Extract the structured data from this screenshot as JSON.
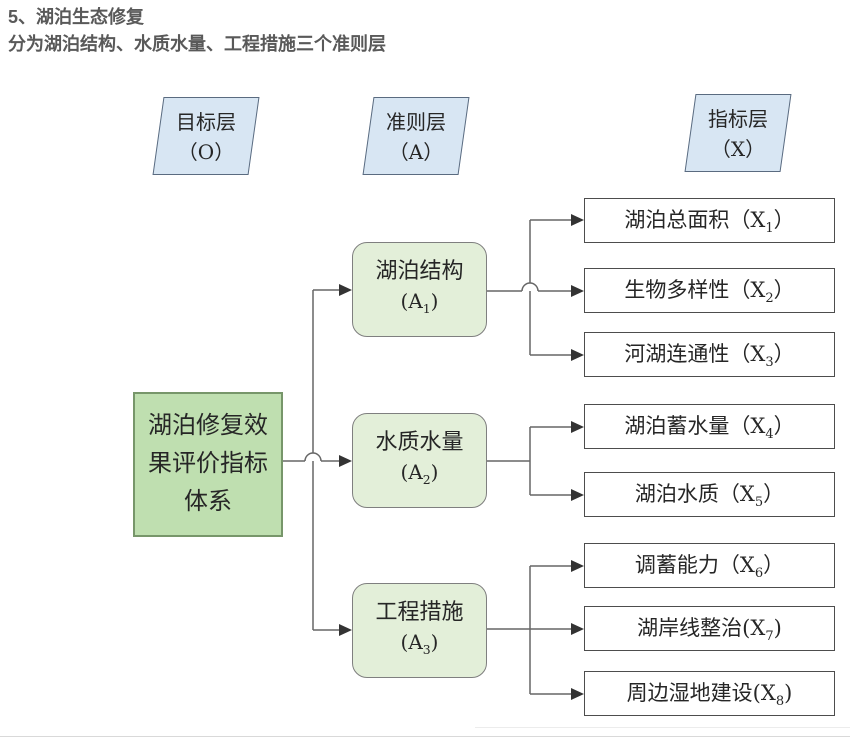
{
  "title": {
    "line1": "5、湖泊生态修复",
    "line2": "分为湖泊结构、水质水量、工程措施三个准则层"
  },
  "layers": [
    {
      "name": "目标层",
      "code": "（O）"
    },
    {
      "name": "准则层",
      "code": "（A）"
    },
    {
      "name": "指标层",
      "code": "（X）"
    }
  ],
  "goal": {
    "line1": "湖泊修复效",
    "line2": "果评价指标",
    "line3": "体系"
  },
  "criteria": [
    {
      "name": "湖泊结构",
      "code_prefix": "(A",
      "code_sub": "1",
      "code_suffix": ")"
    },
    {
      "name": "水质水量",
      "code_prefix": "(A",
      "code_sub": "2",
      "code_suffix": ")"
    },
    {
      "name": "工程措施",
      "code_prefix": "(A",
      "code_sub": "3",
      "code_suffix": ")"
    }
  ],
  "indicators": [
    {
      "label": "湖泊总面积",
      "code_prefix": "（X",
      "code_sub": "1",
      "code_suffix": "）"
    },
    {
      "label": "生物多样性",
      "code_prefix": "（X",
      "code_sub": "2",
      "code_suffix": "）"
    },
    {
      "label": "河湖连通性",
      "code_prefix": "（X",
      "code_sub": "3",
      "code_suffix": "）"
    },
    {
      "label": "湖泊蓄水量",
      "code_prefix": "（X",
      "code_sub": "4",
      "code_suffix": "）"
    },
    {
      "label": "湖泊水质",
      "code_prefix": "（X",
      "code_sub": "5",
      "code_suffix": "）"
    },
    {
      "label": "调蓄能力",
      "code_prefix": "（X",
      "code_sub": "6",
      "code_suffix": "）"
    },
    {
      "label": "湖岸线整治",
      "code_prefix": "(X",
      "code_sub": "7",
      "code_suffix": ")"
    },
    {
      "label": "周边湿地建设",
      "code_prefix": "(X",
      "code_sub": "8",
      "code_suffix": ")"
    }
  ],
  "colors": {
    "title-text": "#595959",
    "diagram-text": "#262626",
    "line": "#666666",
    "arrow": "#333333",
    "goal-fill": "#bfdfb0",
    "goal-border": "#77966a",
    "criteria-fill": "#e3efd9",
    "criteria-border": "#7f7f7f",
    "indicator-fill": "#ffffff",
    "indicator-border": "#4d4d4d",
    "layer-fill": "#d8e6f3",
    "layer-border": "#5a6b80"
  }
}
